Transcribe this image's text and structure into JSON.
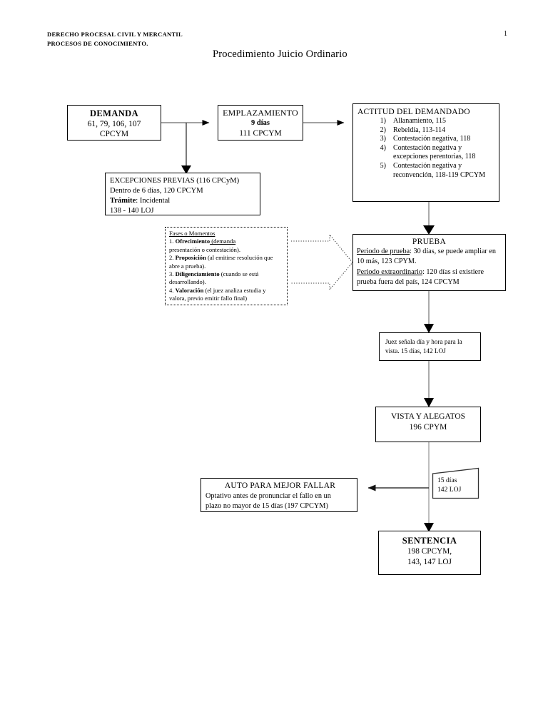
{
  "header": {
    "line1": "DERECHO PROCESAL CIVIL Y MERCANTIL",
    "line2": "PROCESOS DE CONOCIMIENTO.",
    "page_number": "1",
    "title": "Procedimiento Juicio Ordinario"
  },
  "nodes": {
    "demanda": {
      "title": "DEMANDA",
      "line2": "61, 79, 106, 107",
      "line3": "CPCYM"
    },
    "emplazamiento": {
      "title": "EMPLAZAMIENTO",
      "days": "9 días",
      "line3": "111 CPCYM"
    },
    "actitud": {
      "title": "ACTITUD DEL DEMANDADO",
      "items": [
        "Allanamiento, 115",
        "Rebeldía, 113-114",
        "Contestación negativa, 118",
        "Contestación negativa y excepciones perentorias, 118",
        "Contestación negativa y reconvención, 118-119 CPCYM"
      ]
    },
    "excepciones_previas": {
      "line1": "EXCEPCIONES PREVIAS (116 CPCyM)",
      "line2": "Dentro de 6 días, 120 CPCYM",
      "line3_label": "Trámite",
      "line3_value": ": Incidental",
      "line4": "138 - 140 LOJ"
    },
    "fases": {
      "heading": "Fases o Momentos",
      "item1_num": "1. ",
      "item1_bold": "Ofrecimiento",
      "item1_underline": " (demanda",
      "item1_rest": "presentación o contestación).",
      "item2_num": "2. ",
      "item2_bold": "Proposición",
      "item2_rest": " (al emitirse resolución que abre a prueba).",
      "item3_num": "3. ",
      "item3_bold": "Diligenciamiento",
      "item3_rest": " (cuando se está desarrollando).",
      "item4_num": "4. ",
      "item4_bold": "Valoración",
      "item4_rest": " (el juez analiza estudia y valora, previo emitir fallo final)"
    },
    "prueba": {
      "title": "PRUEBA",
      "p1_label": "Periodo de prueba",
      "p1_text": ": 30 días, se puede ampliar en 10 más, 123 CPYM.",
      "p2_label": "Periodo extraordinario",
      "p2_text": ": 120 días si existiere prueba fuera del país, 124 CPCYM"
    },
    "juez_senala": {
      "line1": "Juez señala día y hora para la",
      "line2": "vista.    15 días, 142 LOJ"
    },
    "vista_alegatos": {
      "line1": "VISTA Y ALEGATOS",
      "line2": "196 CPYM"
    },
    "plazo_15": {
      "line1": "15 días",
      "line2": "142  LOJ"
    },
    "auto_mejor_fallar": {
      "title": "AUTO PARA MEJOR FALLAR",
      "line2": "Optativo antes de pronunciar el fallo en un",
      "line3": "plazo no mayor de 15 días (197 CPCYM)"
    },
    "sentencia": {
      "title": "SENTENCIA",
      "line2": "198 CPCYM,",
      "line3": "143, 147 LOJ"
    }
  },
  "colors": {
    "ink": "#000000",
    "page_background": "#ffffff",
    "wire_gray": "#555555"
  }
}
